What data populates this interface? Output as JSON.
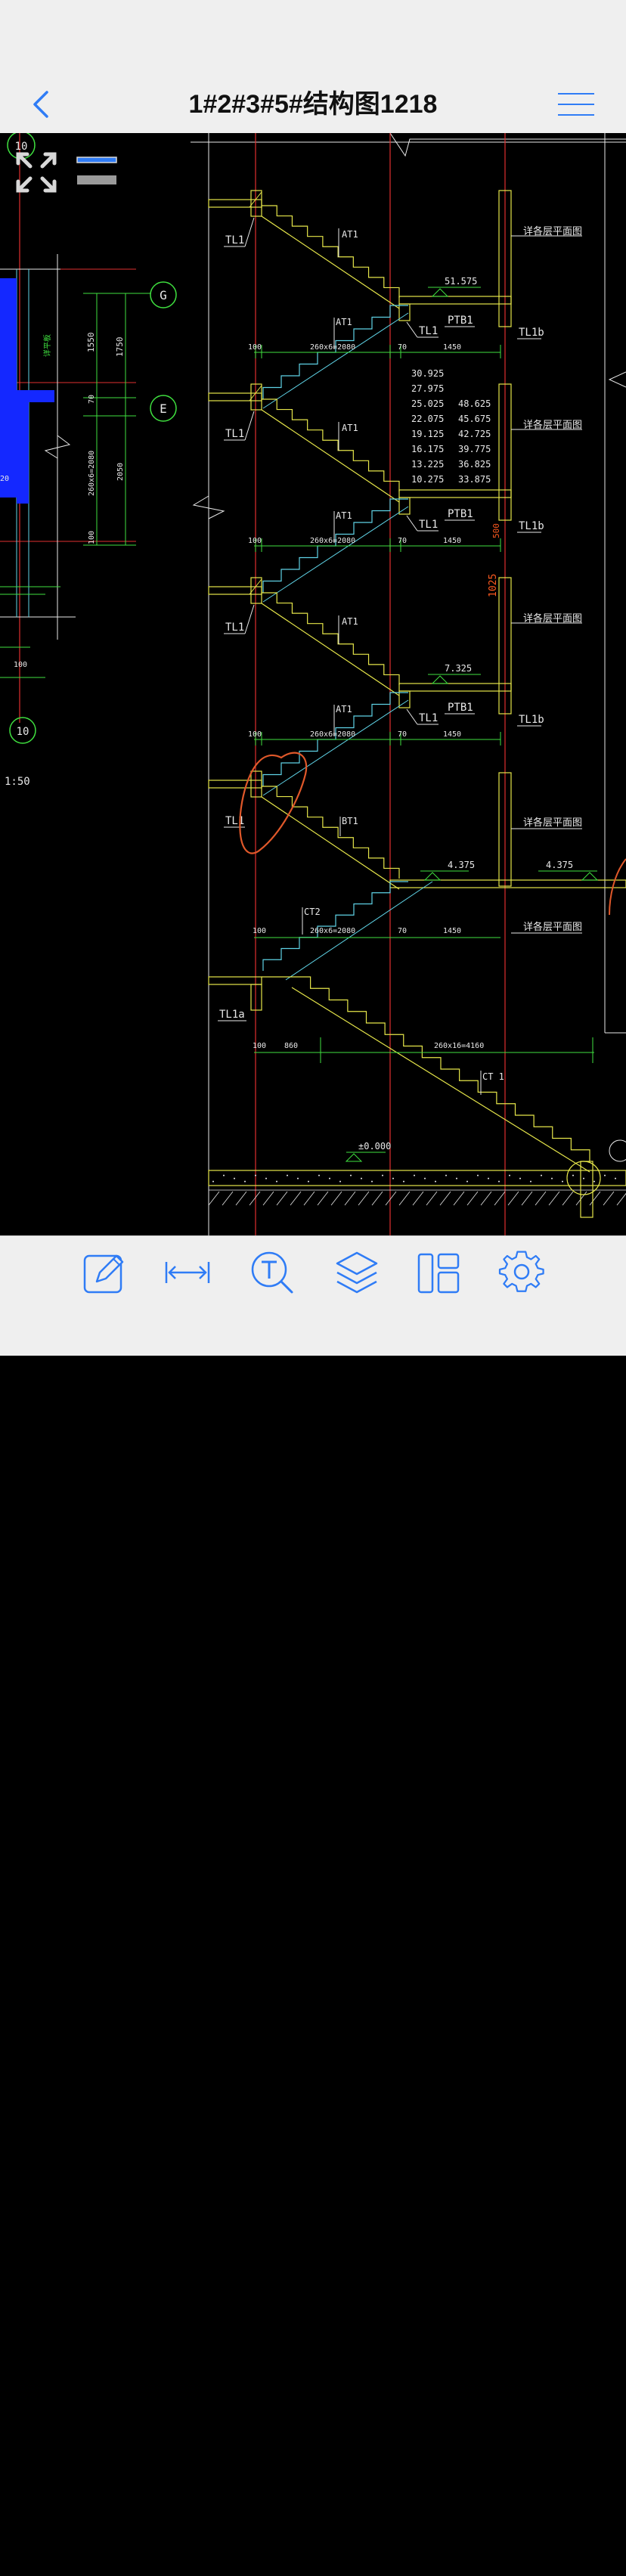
{
  "header": {
    "title": "1#2#3#5#结构图1218",
    "back_icon": "chevron-left-icon",
    "menu_icon": "hamburger-menu-icon"
  },
  "colors": {
    "accent": "#2f7cf6",
    "cad_background": "#000000",
    "cad_yellow": "#e6e64a",
    "cad_cyan": "#5fd3e6",
    "cad_green": "#3fe03f",
    "cad_red": "#e03030",
    "cad_white": "#e8e8e8",
    "cad_blue_fill": "#1428ff",
    "annotation_orange": "#e0582a"
  },
  "overlay": {
    "fit_icon": "expand-arrows-icon",
    "layer_lines_icon": "layer-lines-icon"
  },
  "drawing": {
    "left_detail": {
      "grid_labels": [
        "10",
        "G",
        "E",
        "10"
      ],
      "dims": [
        "1550",
        "1750",
        "70",
        "260x6=2080",
        "2050",
        "100",
        "100",
        "20"
      ],
      "scale": "1:50",
      "label_green": "详平板"
    },
    "flights": [
      {
        "elevation": "51.575",
        "top_stair": "AT1",
        "low_stair": "AT1",
        "beam_left": "TL1",
        "beam_mid": "TL1",
        "platform": "PTB1",
        "beam_right": "TL1b",
        "note": "详各层平面图",
        "dim_left": "100",
        "dim_run": "260x6=2080",
        "dim_gap": "70",
        "dim_land": "1450"
      },
      {
        "elevation": "",
        "top_stair": "AT1",
        "low_stair": "AT1",
        "beam_left": "TL1",
        "beam_mid": "TL1",
        "platform": "PTB1",
        "beam_right": "TL1b",
        "note": "详各层平面图",
        "dim_left": "100",
        "dim_run": "260x6=2080",
        "dim_gap": "70",
        "dim_land": "1450"
      },
      {
        "elevation": "7.325",
        "top_stair": "AT1",
        "low_stair": "AT1",
        "beam_left": "TL1",
        "beam_mid": "TL1",
        "platform": "PTB1",
        "beam_right": "TL1b",
        "note": "详各层平面图",
        "dim_left": "100",
        "dim_run": "260x6=2080",
        "dim_gap": "70",
        "dim_land": "1450"
      }
    ],
    "elevation_table": {
      "col1": [
        "30.925",
        "27.975",
        "25.025",
        "22.075",
        "19.125",
        "16.175",
        "13.225",
        "10.275"
      ],
      "col2": [
        "48.625",
        "45.675",
        "42.725",
        "39.775",
        "36.825",
        "33.875"
      ]
    },
    "red_dims": [
      "500",
      "1025"
    ],
    "lower": {
      "bt_label": "BT1",
      "tl_label": "TL1",
      "elevation_left": "4.375",
      "elevation_right": "4.375",
      "note_top": "详各层平面图",
      "note_bottom": "详各层平面图",
      "ct_label": "CT2",
      "dim_left": "100",
      "dim_run": "260x6=2080",
      "dim_gap": "70",
      "dim_land": "1450",
      "tl1a_label": "TL1a",
      "dim_bottom_a": "100",
      "dim_bottom_b": "860",
      "dim_bottom_run": "260x16=4160",
      "ct1_label": "CT 1",
      "ground_elevation": "±0.000"
    }
  },
  "toolbar": {
    "items": [
      {
        "name": "edit",
        "icon": "pencil-edit-icon"
      },
      {
        "name": "measure",
        "icon": "measure-distance-icon"
      },
      {
        "name": "text-search",
        "icon": "text-search-icon"
      },
      {
        "name": "layers",
        "icon": "layers-icon"
      },
      {
        "name": "layout",
        "icon": "layout-icon"
      },
      {
        "name": "settings",
        "icon": "gear-icon"
      }
    ]
  }
}
